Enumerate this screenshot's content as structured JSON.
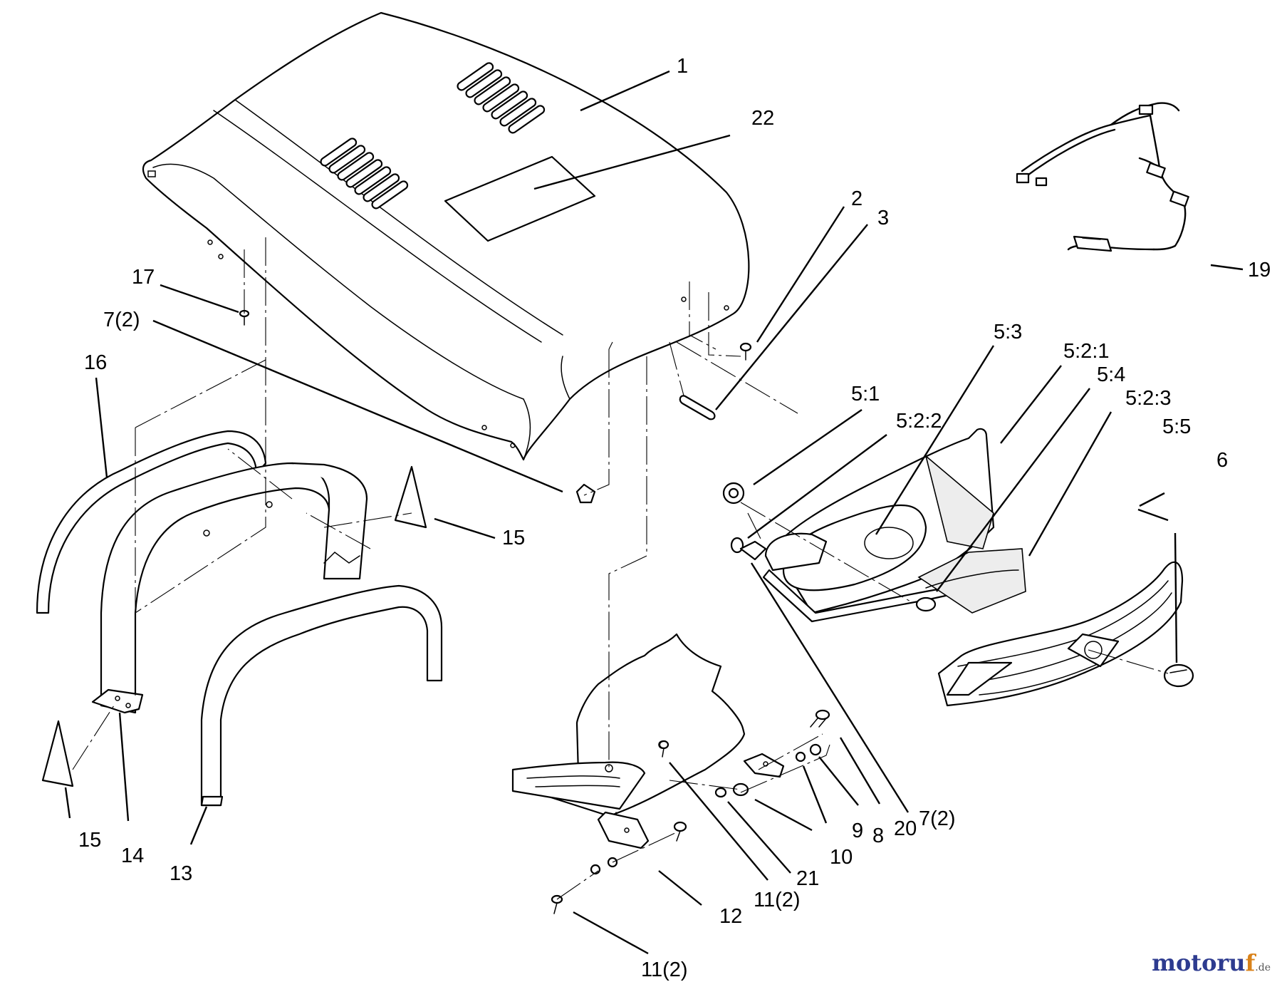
{
  "diagram": {
    "callouts": [
      {
        "id": "c1",
        "text": "1"
      },
      {
        "id": "c22",
        "text": "22"
      },
      {
        "id": "c2",
        "text": "2"
      },
      {
        "id": "c3",
        "text": "3"
      },
      {
        "id": "c19",
        "text": "19"
      },
      {
        "id": "c17",
        "text": "17"
      },
      {
        "id": "c7a",
        "text": "7(2)"
      },
      {
        "id": "c16",
        "text": "16"
      },
      {
        "id": "c15a",
        "text": "15"
      },
      {
        "id": "c15b",
        "text": "15"
      },
      {
        "id": "c14",
        "text": "14"
      },
      {
        "id": "c13",
        "text": "13"
      },
      {
        "id": "c53",
        "text": "5:3"
      },
      {
        "id": "c521",
        "text": "5:2:1"
      },
      {
        "id": "c54",
        "text": "5:4"
      },
      {
        "id": "c523",
        "text": "5:2:3"
      },
      {
        "id": "c51",
        "text": "5:1"
      },
      {
        "id": "c522",
        "text": "5:2:2"
      },
      {
        "id": "c55",
        "text": "5:5"
      },
      {
        "id": "c6",
        "text": "6"
      },
      {
        "id": "c20",
        "text": "20"
      },
      {
        "id": "c7b",
        "text": "7(2)"
      },
      {
        "id": "c8",
        "text": "8"
      },
      {
        "id": "c9",
        "text": "9"
      },
      {
        "id": "c10",
        "text": "10"
      },
      {
        "id": "c21",
        "text": "21"
      },
      {
        "id": "c11a",
        "text": "11(2)"
      },
      {
        "id": "c12",
        "text": "12"
      },
      {
        "id": "c11b",
        "text": "11(2)"
      }
    ]
  },
  "watermark": {
    "main": "motoru",
    "accent": "f",
    "tld": ".de"
  }
}
